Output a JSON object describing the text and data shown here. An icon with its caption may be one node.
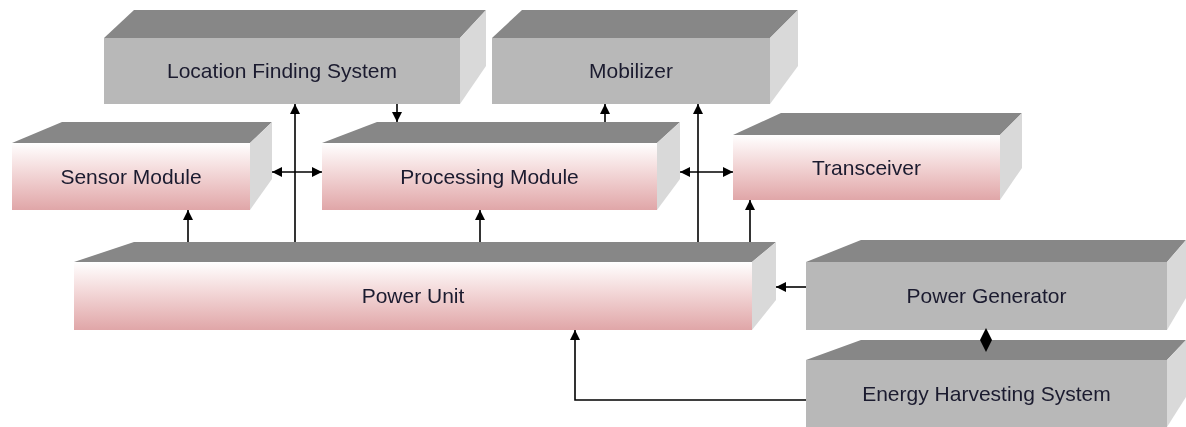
{
  "diagram": {
    "nodes": [
      {
        "text": [
          "Location Finding System"
        ]
      },
      {
        "text": [
          "Mobilizer"
        ]
      },
      {
        "text": [
          "Sensor Module"
        ]
      },
      {
        "text": [
          "Processing Module"
        ]
      },
      {
        "text": [
          "Transceiver"
        ]
      },
      {
        "text": [
          "Power Unit"
        ]
      },
      {
        "text": [
          "Power Generator"
        ]
      },
      {
        "text": [
          "Energy Harvesting System"
        ]
      }
    ],
    "edges": [
      {
        "from": 5,
        "to": 2,
        "arrow": "to"
      },
      {
        "from": 5,
        "to": 0,
        "arrow": "to"
      },
      {
        "from": 5,
        "to": 3,
        "arrow": "to"
      },
      {
        "from": 5,
        "to": 1,
        "arrow": "to"
      },
      {
        "from": 5,
        "to": 4,
        "arrow": "to"
      },
      {
        "from": 0,
        "to": 3,
        "arrow": "to"
      },
      {
        "from": 3,
        "to": 1,
        "arrow": "to"
      },
      {
        "from": 2,
        "to": 3,
        "arrow": "both"
      },
      {
        "from": 3,
        "to": 4,
        "arrow": "both"
      },
      {
        "from": 6,
        "to": 5,
        "arrow": "to"
      },
      {
        "from": 7,
        "to": 5,
        "arrow": "to"
      },
      {
        "from": 6,
        "to": 7,
        "arrow": "other"
      }
    ]
  }
}
